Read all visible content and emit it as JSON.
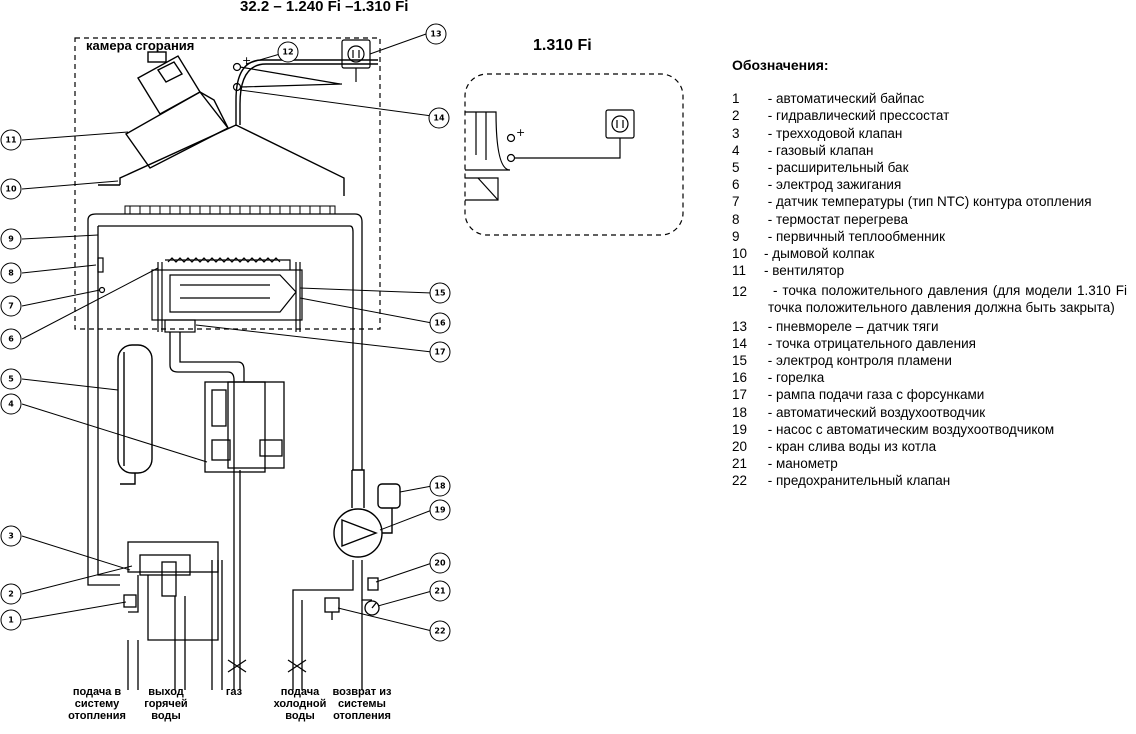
{
  "header": {
    "main_title": "32.2 – 1.240 Fi –1.310 Fi",
    "inset_title": "1.310 Fi",
    "chamber_label": "камера сгорания"
  },
  "legend": {
    "title": "Обозначения:",
    "items": [
      {
        "num": "1",
        "sep": " - ",
        "text": "автоматический байпас"
      },
      {
        "num": "2",
        "sep": " - ",
        "text": "гидравлический прессостат"
      },
      {
        "num": "3",
        "sep": " - ",
        "text": "трехходовой клапан"
      },
      {
        "num": "4",
        "sep": " - ",
        "text": "газовый клапан"
      },
      {
        "num": "5",
        "sep": " - ",
        "text": "расширительный бак"
      },
      {
        "num": "6",
        "sep": " - ",
        "text": "электрод зажигания"
      },
      {
        "num": "7",
        "sep": " - ",
        "text": "датчик температуры (тип NTC) контура отопления"
      },
      {
        "num": "8",
        "sep": " - ",
        "text": "термостат перегрева"
      },
      {
        "num": "9",
        "sep": " - ",
        "text": "первичный теплообменник"
      },
      {
        "num": "10",
        "sep": "- ",
        "text": "дымовой колпак"
      },
      {
        "num": "11",
        "sep": "- ",
        "text": "вентилятор"
      },
      {
        "num": "12",
        "sep": " - ",
        "text": "точка положительного давления (для модели 1.310 Fi точка положительного давления должна быть закрыта)"
      },
      {
        "num": "13",
        "sep": " - ",
        "text": "пневмореле – датчик тяги"
      },
      {
        "num": "14",
        "sep": " - ",
        "text": "точка отрицательного давления"
      },
      {
        "num": "15",
        "sep": " - ",
        "text": "электрод контроля пламени"
      },
      {
        "num": "16",
        "sep": " - ",
        "text": "горелка"
      },
      {
        "num": "17",
        "sep": " - ",
        "text": "рампа подачи газа с форсунками"
      },
      {
        "num": "18",
        "sep": " - ",
        "text": "автоматический воздухоотводчик"
      },
      {
        "num": "19",
        "sep": " - ",
        "text": "насос с автоматическим воздухоотводчиком"
      },
      {
        "num": "20",
        "sep": " - ",
        "text": "кран слива воды из котла"
      },
      {
        "num": "21",
        "sep": " - ",
        "text": "манометр"
      },
      {
        "num": "22",
        "sep": " - ",
        "text": "предохранительный клапан"
      }
    ]
  },
  "connections": [
    {
      "id": "heating-supply",
      "label": "подача в\nсистему\nотопления"
    },
    {
      "id": "hot-water-out",
      "label": "выход\nгорячей\nводы"
    },
    {
      "id": "gas",
      "label": "газ"
    },
    {
      "id": "cold-water-in",
      "label": "подача\nхолодной\nводы"
    },
    {
      "id": "heating-return",
      "label": "возврат из\nсистемы\nотопления"
    }
  ],
  "callouts": [
    "1",
    "2",
    "3",
    "4",
    "5",
    "6",
    "7",
    "8",
    "9",
    "10",
    "11",
    "12",
    "13",
    "14",
    "15",
    "16",
    "17",
    "18",
    "19",
    "20",
    "21",
    "22"
  ],
  "pressure_marks": {
    "plus": "+",
    "minus": "–"
  }
}
